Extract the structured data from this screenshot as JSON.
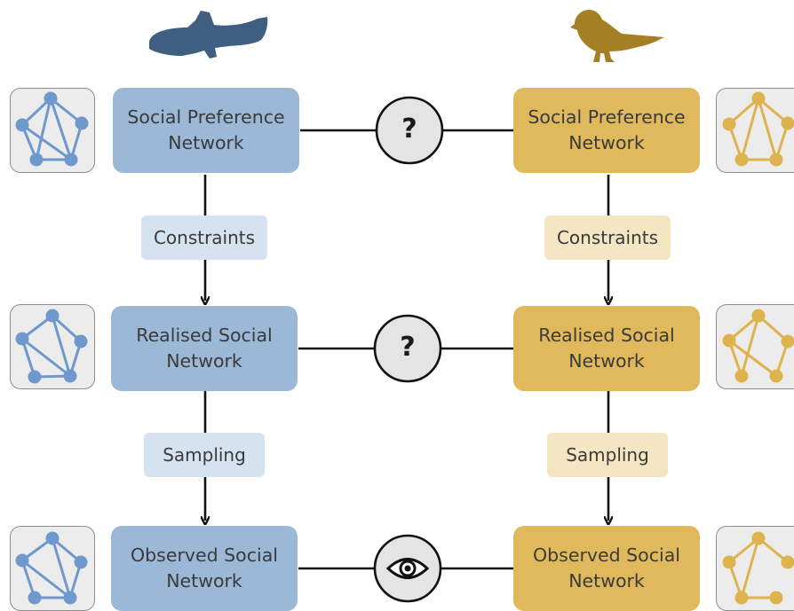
{
  "colors": {
    "blue": "#9bb8d6",
    "blue_light": "#d5e2ef",
    "blue_node": "#6f98cd",
    "fish": "#3e5f7f",
    "gold": "#e1b95d",
    "gold_light": "#f4e5c3",
    "gold_node": "#deb24d",
    "bird": "#a57f23"
  },
  "icons": {
    "left_animal": "fish-silhouette-icon",
    "right_animal": "bird-silhouette-icon",
    "question": "question-mark-icon",
    "eye": "eye-icon"
  },
  "rows": [
    {
      "left_label": [
        "Social Preference",
        "Network"
      ],
      "right_label": [
        "Social Preference",
        "Network"
      ],
      "link": "?"
    },
    {
      "left_label": [
        "Realised Social",
        "Network"
      ],
      "right_label": [
        "Realised Social",
        "Network"
      ],
      "link": "?"
    },
    {
      "left_label": [
        "Observed Social",
        "Network"
      ],
      "right_label": [
        "Observed Social",
        "Network"
      ],
      "link": ""
    }
  ],
  "steps": [
    "Constraints",
    "Sampling"
  ]
}
